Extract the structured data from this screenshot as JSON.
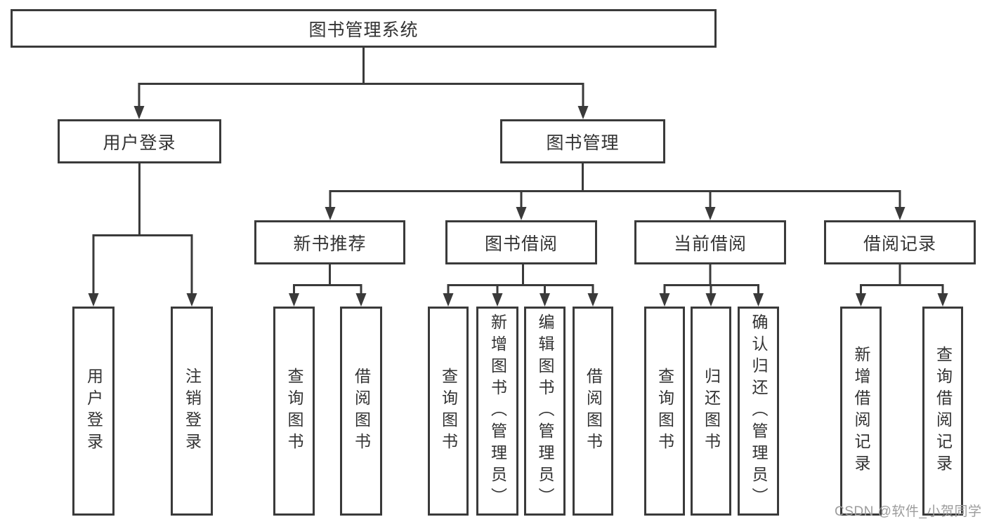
{
  "title": {
    "label": "图书管理系统"
  },
  "level2": [
    {
      "label": "用户登录"
    },
    {
      "label": "图书管理"
    }
  ],
  "level3": [
    {
      "label": "新书推荐"
    },
    {
      "label": "图书借阅"
    },
    {
      "label": "当前借阅"
    },
    {
      "label": "借阅记录"
    }
  ],
  "leaves": [
    {
      "label": "用户登录"
    },
    {
      "label": "注销登录"
    },
    {
      "label": "查询图书"
    },
    {
      "label": "借阅图书"
    },
    {
      "label": "查询图书"
    },
    {
      "label": "新增图书（管理员）"
    },
    {
      "label": "编辑图书（管理员）"
    },
    {
      "label": "借阅图书"
    },
    {
      "label": "查询图书"
    },
    {
      "label": "归还图书"
    },
    {
      "label": "确认归还（管理员）"
    },
    {
      "label": "新增借阅记录"
    },
    {
      "label": "查询借阅记录"
    }
  ],
  "watermark": {
    "text": "CSDN @软件_小贺同学"
  },
  "colors": {
    "line": "#3a3a3a",
    "node_border": "#3a3a3a",
    "text": "#333333",
    "watermark": "#9c9c9c",
    "background": "#ffffff"
  }
}
